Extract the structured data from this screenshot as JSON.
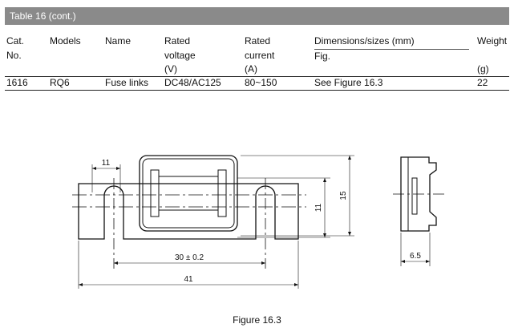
{
  "table": {
    "caption": "Table 16 (cont.)",
    "headers": {
      "cat": [
        "Cat.",
        "No."
      ],
      "models": "Models",
      "name": "Name",
      "rated_voltage": [
        "Rated",
        "voltage",
        "(V)"
      ],
      "rated_current": [
        "Rated",
        "current",
        "(A)"
      ],
      "dimensions": "Dimensions/sizes (mm)",
      "fig": "Fig.",
      "weight": [
        "Weight",
        "(g)"
      ]
    },
    "row": {
      "cat": "1616",
      "model": "RQ6",
      "name": "Fuse links",
      "voltage": "DC48/AC125",
      "current": "80~150",
      "figure": "See Figure 16.3",
      "weight": "22"
    }
  },
  "figure": {
    "caption": "Figure 16.3",
    "dims": {
      "top_width": "11",
      "spacing": "30 ± 0.2",
      "total_width": "41",
      "inner_height": "11",
      "total_height": "15",
      "thickness": "6.5"
    }
  }
}
